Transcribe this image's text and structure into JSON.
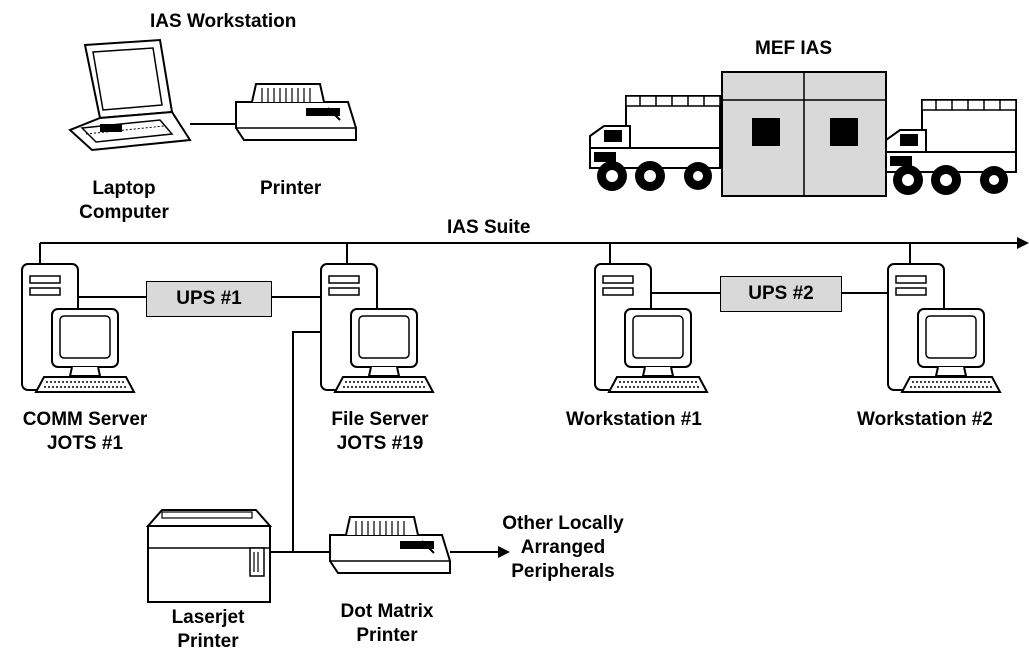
{
  "top": {
    "ias_workstation_title": "IAS Workstation",
    "laptop_label_line1": "Laptop",
    "laptop_label_line2": "Computer",
    "printer_label": "Printer",
    "mef_ias_title": "MEF IAS",
    "suite_label": "IAS Suite"
  },
  "network": {
    "ups1_label": "UPS #1",
    "ups2_label": "UPS #2",
    "comm_server_line1": "COMM Server",
    "comm_server_line2": "JOTS #1",
    "file_server_line1": "File Server",
    "file_server_line2": "JOTS #19",
    "workstation1_label": "Workstation #1",
    "workstation2_label": "Workstation #2"
  },
  "peripherals": {
    "laserjet_line1": "Laserjet",
    "laserjet_line2": "Printer",
    "dot_matrix_line1": "Dot Matrix",
    "dot_matrix_line2": "Printer",
    "other_line1": "Other Locally",
    "other_line2": "Arranged",
    "other_line3": "Peripherals"
  },
  "colors": {
    "line": "#000000",
    "ups_fill": "#d9d9d9",
    "shelter_fill": "#d9d9d9",
    "device_fill": "#ffffff"
  }
}
